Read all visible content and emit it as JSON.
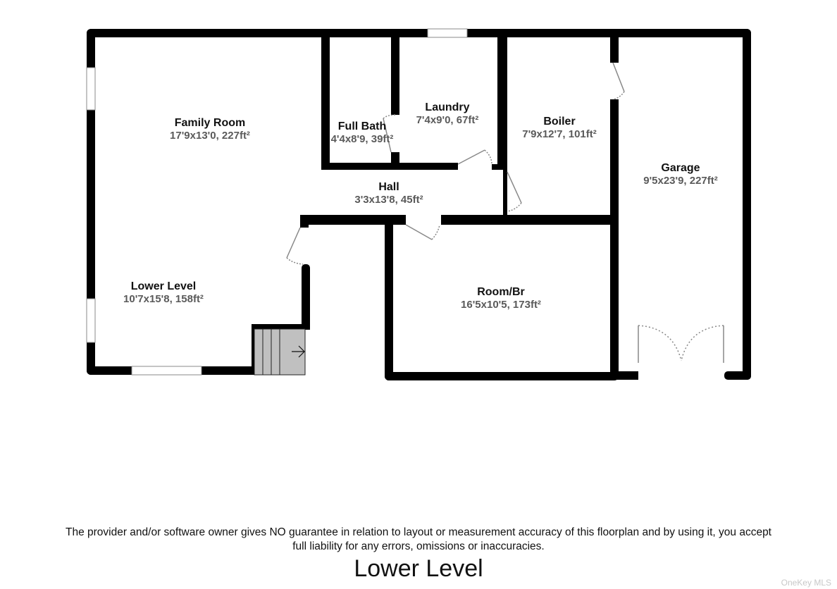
{
  "floorplan": {
    "level_title": "Lower Level",
    "disclaimer_line1": "The provider and/or software owner gives NO guarantee in relation to layout or measurement accuracy of this floorplan and by using it, you accept",
    "disclaimer_line2": "full liability for any errors, omissions or inaccuracies.",
    "watermark": "OneKey MLS",
    "colors": {
      "wall": "#000000",
      "dims_text": "#5a5a5a",
      "stairs_fill": "#c0c0c0",
      "door_line": "#888888"
    },
    "rooms": [
      {
        "name": "Family Room",
        "dims": "17'9x13'0, 227ft²"
      },
      {
        "name": "Full Bath",
        "dims": "4'4x8'9, 39ft²"
      },
      {
        "name": "Laundry",
        "dims": "7'4x9'0, 67ft²"
      },
      {
        "name": "Boiler",
        "dims": "7'9x12'7, 101ft²"
      },
      {
        "name": "Garage",
        "dims": "9'5x23'9, 227ft²"
      },
      {
        "name": "Hall",
        "dims": "3'3x13'8, 45ft²"
      },
      {
        "name": "Lower Level",
        "dims": "10'7x15'8, 158ft²"
      },
      {
        "name": "Room/Br",
        "dims": "16'5x10'5, 173ft²"
      }
    ],
    "stairs": {
      "direction": "right-arrow-icon"
    }
  }
}
